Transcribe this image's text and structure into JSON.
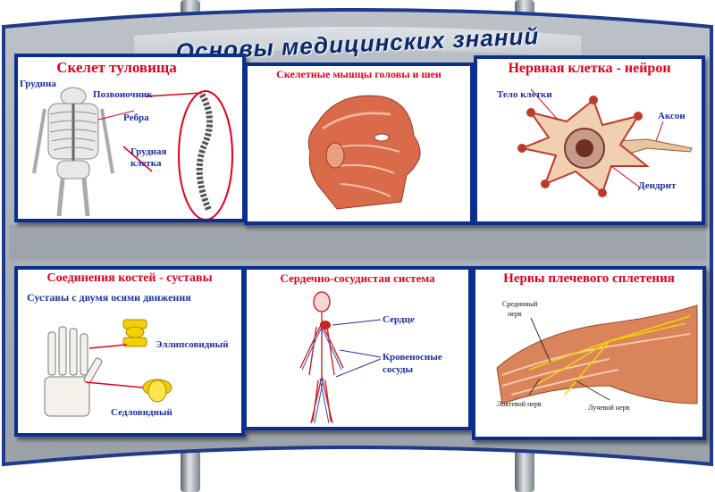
{
  "board": {
    "title": "Основы медицинских знаний"
  },
  "panels": [
    {
      "title": "Скелет туловища",
      "labels": [
        "Грудина",
        "Позвоночник",
        "Ребра",
        "Грудная",
        "клетка"
      ]
    },
    {
      "title": "Скелетные мышцы головы и шеи",
      "labels": []
    },
    {
      "title": "Нервная клетка - нейрон",
      "labels": [
        "Тело клетки",
        "Аксон",
        "Дендрит"
      ]
    },
    {
      "title": "Соединения костей - суставы",
      "subtitle": "Суставы с двумя осями движения",
      "labels": [
        "Эллипсовидный",
        "Седловидный"
      ]
    },
    {
      "title": "Сердечно-сосудистая система",
      "labels": [
        "Сердце",
        "Кровеносные",
        "сосуды"
      ]
    },
    {
      "title": "Нервы плечевого сплетения",
      "labels": [
        "Срединный",
        "нерв",
        "Локтевой нерв",
        "Лучевой нерв"
      ]
    }
  ],
  "colors": {
    "title_text": "#0b2a6b",
    "panel_border": "#0b2f8f",
    "panel_title": "#e3001b",
    "label_text": "#1d2ea8",
    "board": "#a9b0b8",
    "frame": "#1f3a8a"
  }
}
